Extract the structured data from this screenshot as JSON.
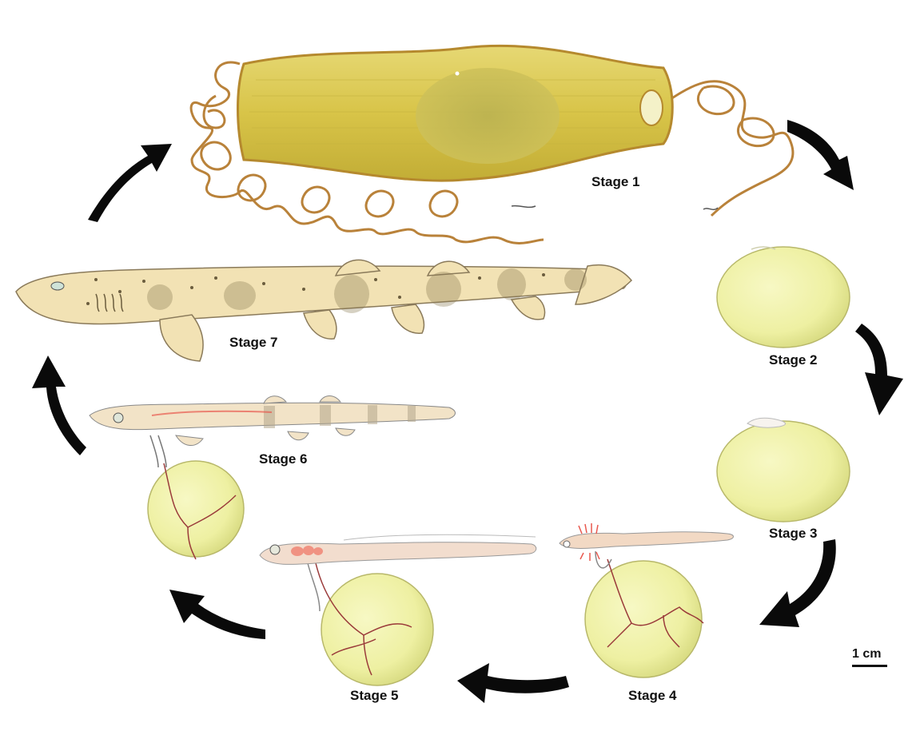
{
  "stages": [
    {
      "label": "Stage 1"
    },
    {
      "label": "Stage 2"
    },
    {
      "label": "Stage 3"
    },
    {
      "label": "Stage 4"
    },
    {
      "label": "Stage 5"
    },
    {
      "label": "Stage 6"
    },
    {
      "label": "Stage 7"
    }
  ],
  "scale_bar": {
    "label": "1 cm"
  },
  "colors": {
    "egg_case": "#d8c448",
    "egg_case_edge": "#b5892e",
    "tendril": "#b9823a",
    "yolk": "#eef0a2",
    "yolk_edge": "#b8b86a",
    "embryo": "#f2d9c4",
    "gill_red": "#e8584e",
    "shark_skin": "#f2e2b4",
    "spot": "#8a7a52",
    "arrow": "#0a0a0a"
  },
  "icons": [
    "egg-case",
    "yolk-sac",
    "embryo",
    "juvenile-shark",
    "cycle-arrow"
  ]
}
